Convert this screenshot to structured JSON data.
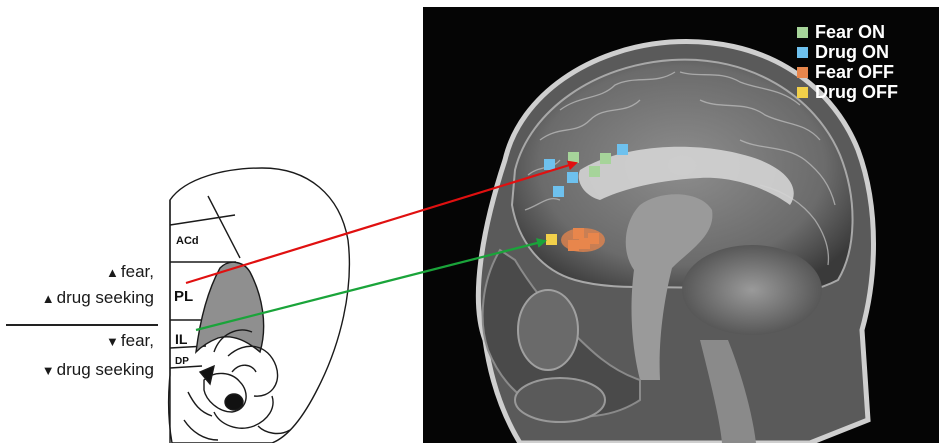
{
  "effects": {
    "upper_line1": "fear,",
    "upper_line2": "drug seeking",
    "lower_line1": "fear,",
    "lower_line2": "drug seeking"
  },
  "regions": {
    "acd": "ACd",
    "pl": "PL",
    "il": "IL",
    "dp": "DP"
  },
  "legend": [
    {
      "label": "Fear ON",
      "color": "#a6d49a"
    },
    {
      "label": "Drug ON",
      "color": "#6ec1ee"
    },
    {
      "label": "Fear OFF",
      "color": "#e8864c"
    },
    {
      "label": "Drug OFF",
      "color": "#f2d04a"
    }
  ],
  "connectors": {
    "pl_to_cortex": "#e01010",
    "il_to_cortex": "#1aa43a"
  },
  "icons": [
    "up-arrow-icon",
    "down-arrow-icon",
    "mri-brain-image",
    "rat-brain-section"
  ]
}
